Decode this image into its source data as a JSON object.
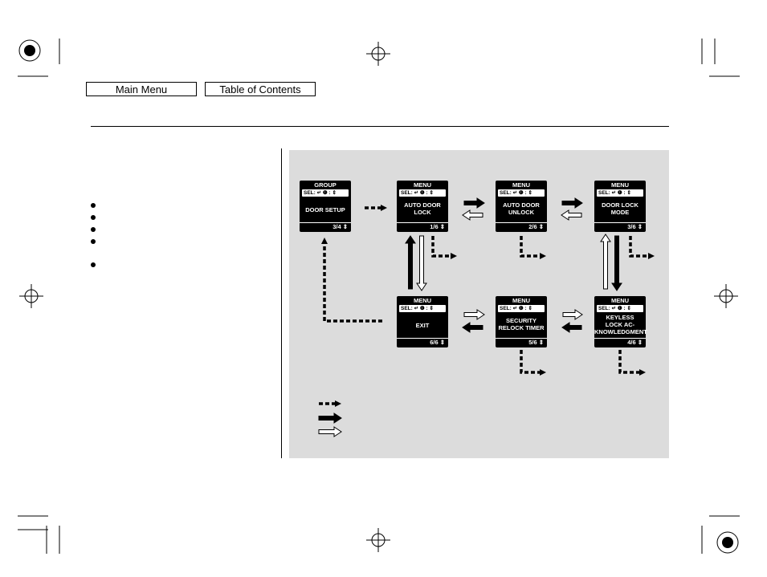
{
  "nav": {
    "main_menu": "Main Menu",
    "table_of_contents": "Table of Contents"
  },
  "diagram": {
    "screens": [
      {
        "id": "door-setup",
        "header": "GROUP",
        "sel": "SEL: ↵   ❶ : ⇕",
        "lines": [
          "DOOR SETUP"
        ],
        "footer": "3/4 ⇕"
      },
      {
        "id": "auto-door-lock",
        "header": "MENU",
        "sel": "SEL: ↵   ❶ : ⇕",
        "lines": [
          "AUTO DOOR",
          "LOCK"
        ],
        "footer": "1/6 ⇕"
      },
      {
        "id": "auto-door-unlock",
        "header": "MENU",
        "sel": "SEL: ↵   ❶ : ⇕",
        "lines": [
          "AUTO DOOR",
          "UNLOCK"
        ],
        "footer": "2/6 ⇕"
      },
      {
        "id": "door-lock-mode",
        "header": "MENU",
        "sel": "SEL: ↵   ❶ : ⇕",
        "lines": [
          "DOOR LOCK",
          "MODE"
        ],
        "footer": "3/6 ⇕"
      },
      {
        "id": "exit",
        "header": "MENU",
        "sel": "SEL: ↵   ❶ : ⇕",
        "lines": [
          "EXIT"
        ],
        "footer": "6/6 ⇕"
      },
      {
        "id": "security-relock-timer",
        "header": "MENU",
        "sel": "SEL: ↵   ❶ : ⇕",
        "lines": [
          "SECURITY",
          "RELOCK TIMER"
        ],
        "footer": "5/6 ⇕"
      },
      {
        "id": "keyless-lock-ack",
        "header": "MENU",
        "sel": "SEL: ↵   ❶ : ⇕",
        "lines": [
          "KEYLESS",
          "LOCK AC-",
          "KNOWLEDGMENT"
        ],
        "footer": "4/6 ⇕"
      }
    ],
    "colors": {
      "panel": "#dcdcdc",
      "screen": "#000000",
      "arrow_fill": "#000000",
      "arrow_hollow": "#ffffff"
    }
  }
}
